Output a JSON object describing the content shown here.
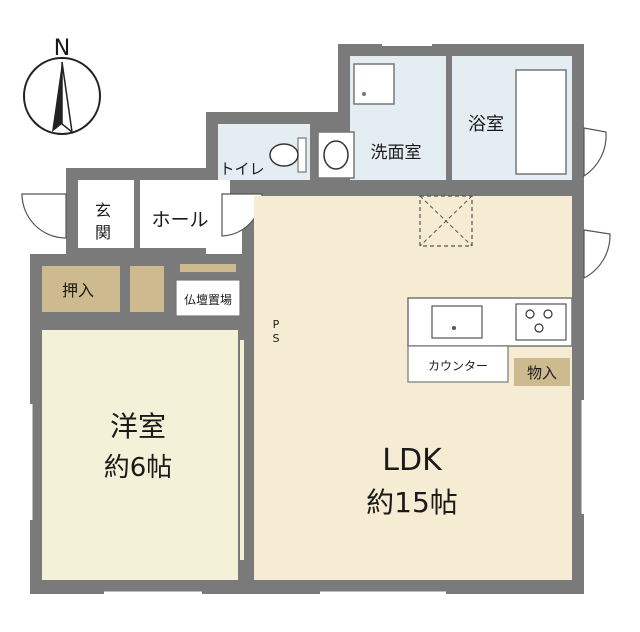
{
  "compass": {
    "label": "N"
  },
  "rooms": {
    "genkan": {
      "line1": "玄",
      "line2": "関"
    },
    "hall": {
      "label": "ホール"
    },
    "toilet": {
      "label": "トイレ"
    },
    "washroom": {
      "label": "洗面室"
    },
    "bathroom": {
      "label": "浴室"
    },
    "closet": {
      "label": "押入"
    },
    "butsudan": {
      "label": "仏壇置場"
    },
    "ps": {
      "line1": "P",
      "line2": "S"
    },
    "counter": {
      "label": "カウンター"
    },
    "storage": {
      "label": "物入"
    },
    "western": {
      "line1": "洋室",
      "line2": "約6帖"
    },
    "ldk": {
      "line1": "LDK",
      "line2": "約15帖"
    }
  },
  "colors": {
    "wall": "#7a7a7a",
    "ldk_floor": "#f6ebd3",
    "western_floor": "#f3f2d8",
    "wet_area": "#e4edf2",
    "closet": "#cdbb8f",
    "white": "#ffffff"
  }
}
